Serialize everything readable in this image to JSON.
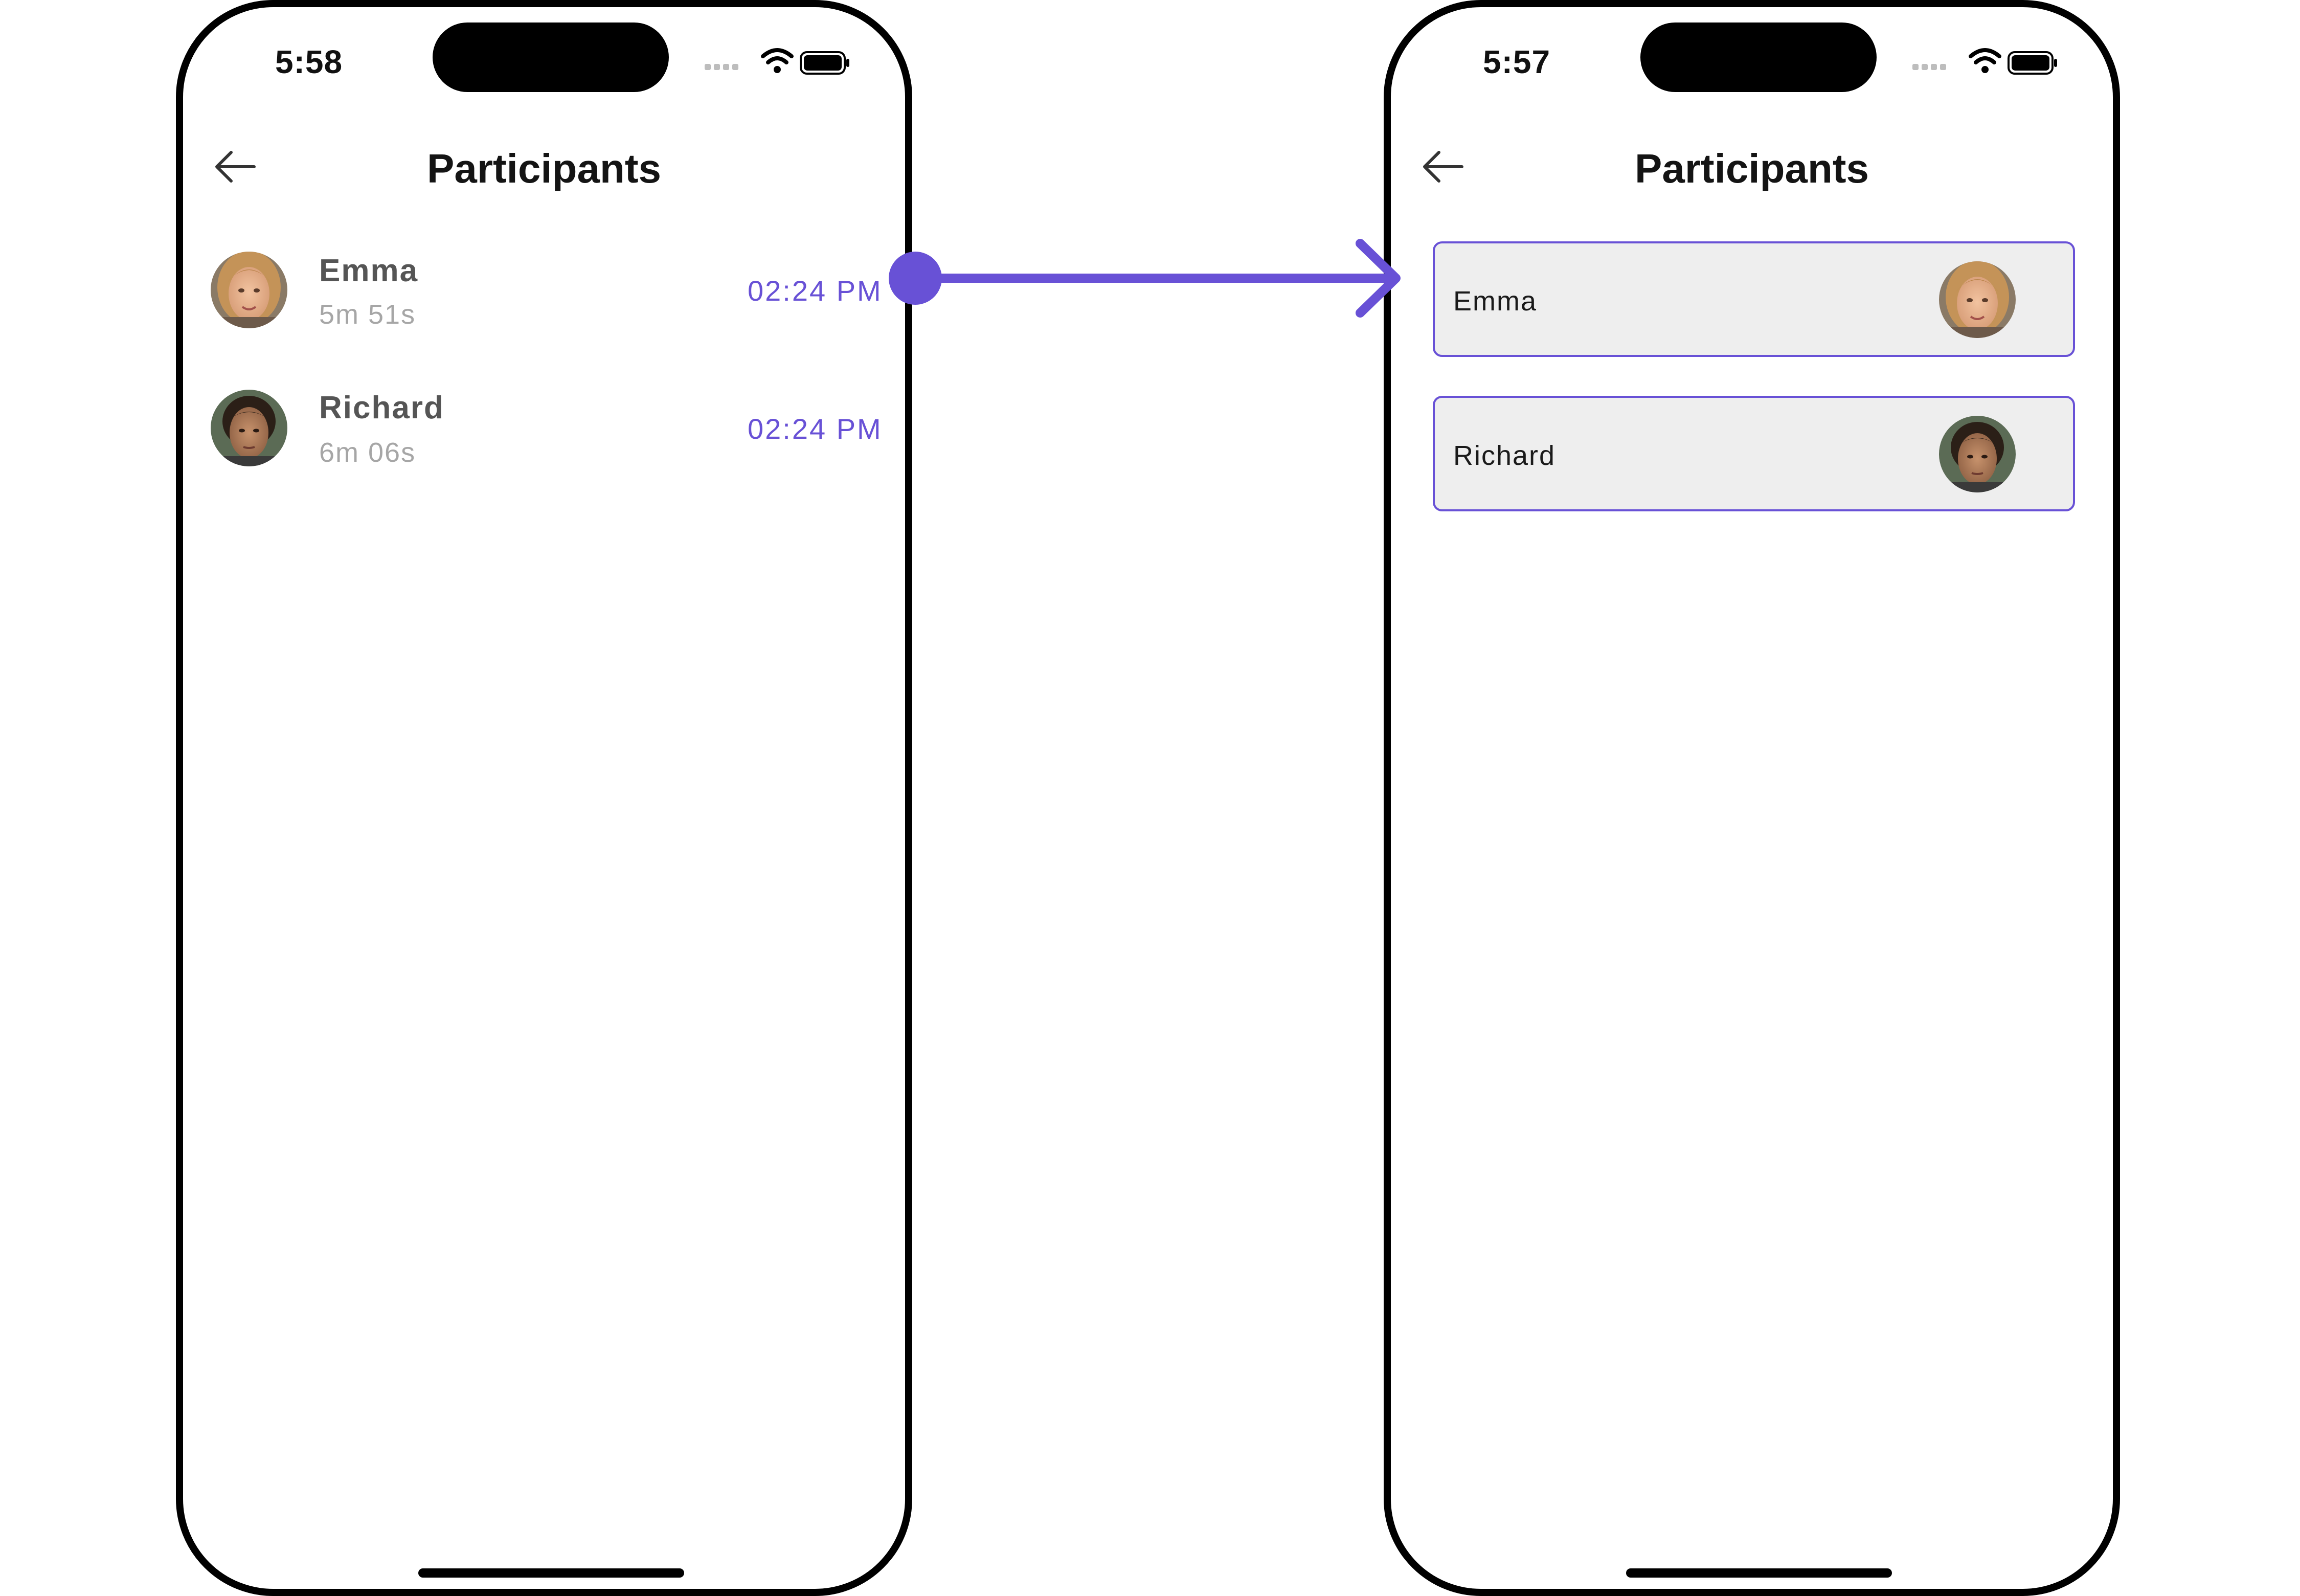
{
  "left_screen": {
    "status_time": "5:58",
    "title": "Participants",
    "participants": [
      {
        "name": "Emma",
        "duration": "5m 51s",
        "time": "02:24 PM"
      },
      {
        "name": "Richard",
        "duration": "6m 06s",
        "time": "02:24 PM"
      }
    ]
  },
  "right_screen": {
    "status_time": "5:57",
    "title": "Participants",
    "participants": [
      {
        "name": "Emma"
      },
      {
        "name": "Richard"
      }
    ]
  },
  "colors": {
    "accent": "#6851d6",
    "card_background": "#eeeeee",
    "name_text": "#555555",
    "duration_text": "#a6a6a6"
  },
  "icons": [
    "back-arrow-icon",
    "wifi-icon",
    "battery-icon",
    "cellular-signal-icon",
    "avatar-emma",
    "avatar-richard"
  ]
}
